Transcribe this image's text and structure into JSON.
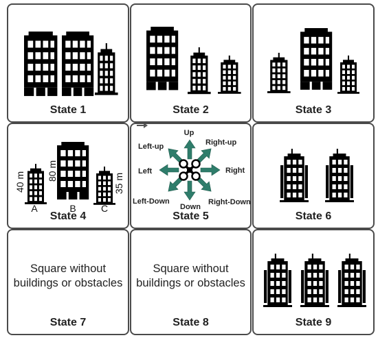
{
  "states": [
    {
      "title": "State 1"
    },
    {
      "title": "State 2"
    },
    {
      "title": "State 3"
    },
    {
      "title": "State 4"
    },
    {
      "title": "State 5"
    },
    {
      "title": "State 6"
    },
    {
      "title": "State 7",
      "text_line1": "Square without",
      "text_line2": "buildings or obstacles"
    },
    {
      "title": "State 8",
      "text_line1": "Square without",
      "text_line2": "buildings or obstacles"
    },
    {
      "title": "State 9"
    }
  ],
  "state4": {
    "heights": {
      "a": "40 m",
      "b": "80 m",
      "c": "35 m"
    },
    "building_labels": {
      "a": "A",
      "b": "B",
      "c": "C"
    }
  },
  "state5": {
    "directions": {
      "up": "Up",
      "right_up": "Right-up",
      "right": "Right",
      "right_down": "Right-Down",
      "down": "Down",
      "left_down": "Left-Down",
      "left": "Left",
      "left_up": "Left-up"
    },
    "arrow_color": "#2f7d6b",
    "drone_icon": "quadcopter-drone-icon"
  },
  "colors": {
    "building": "#000000",
    "border": "#4a4a4a"
  }
}
